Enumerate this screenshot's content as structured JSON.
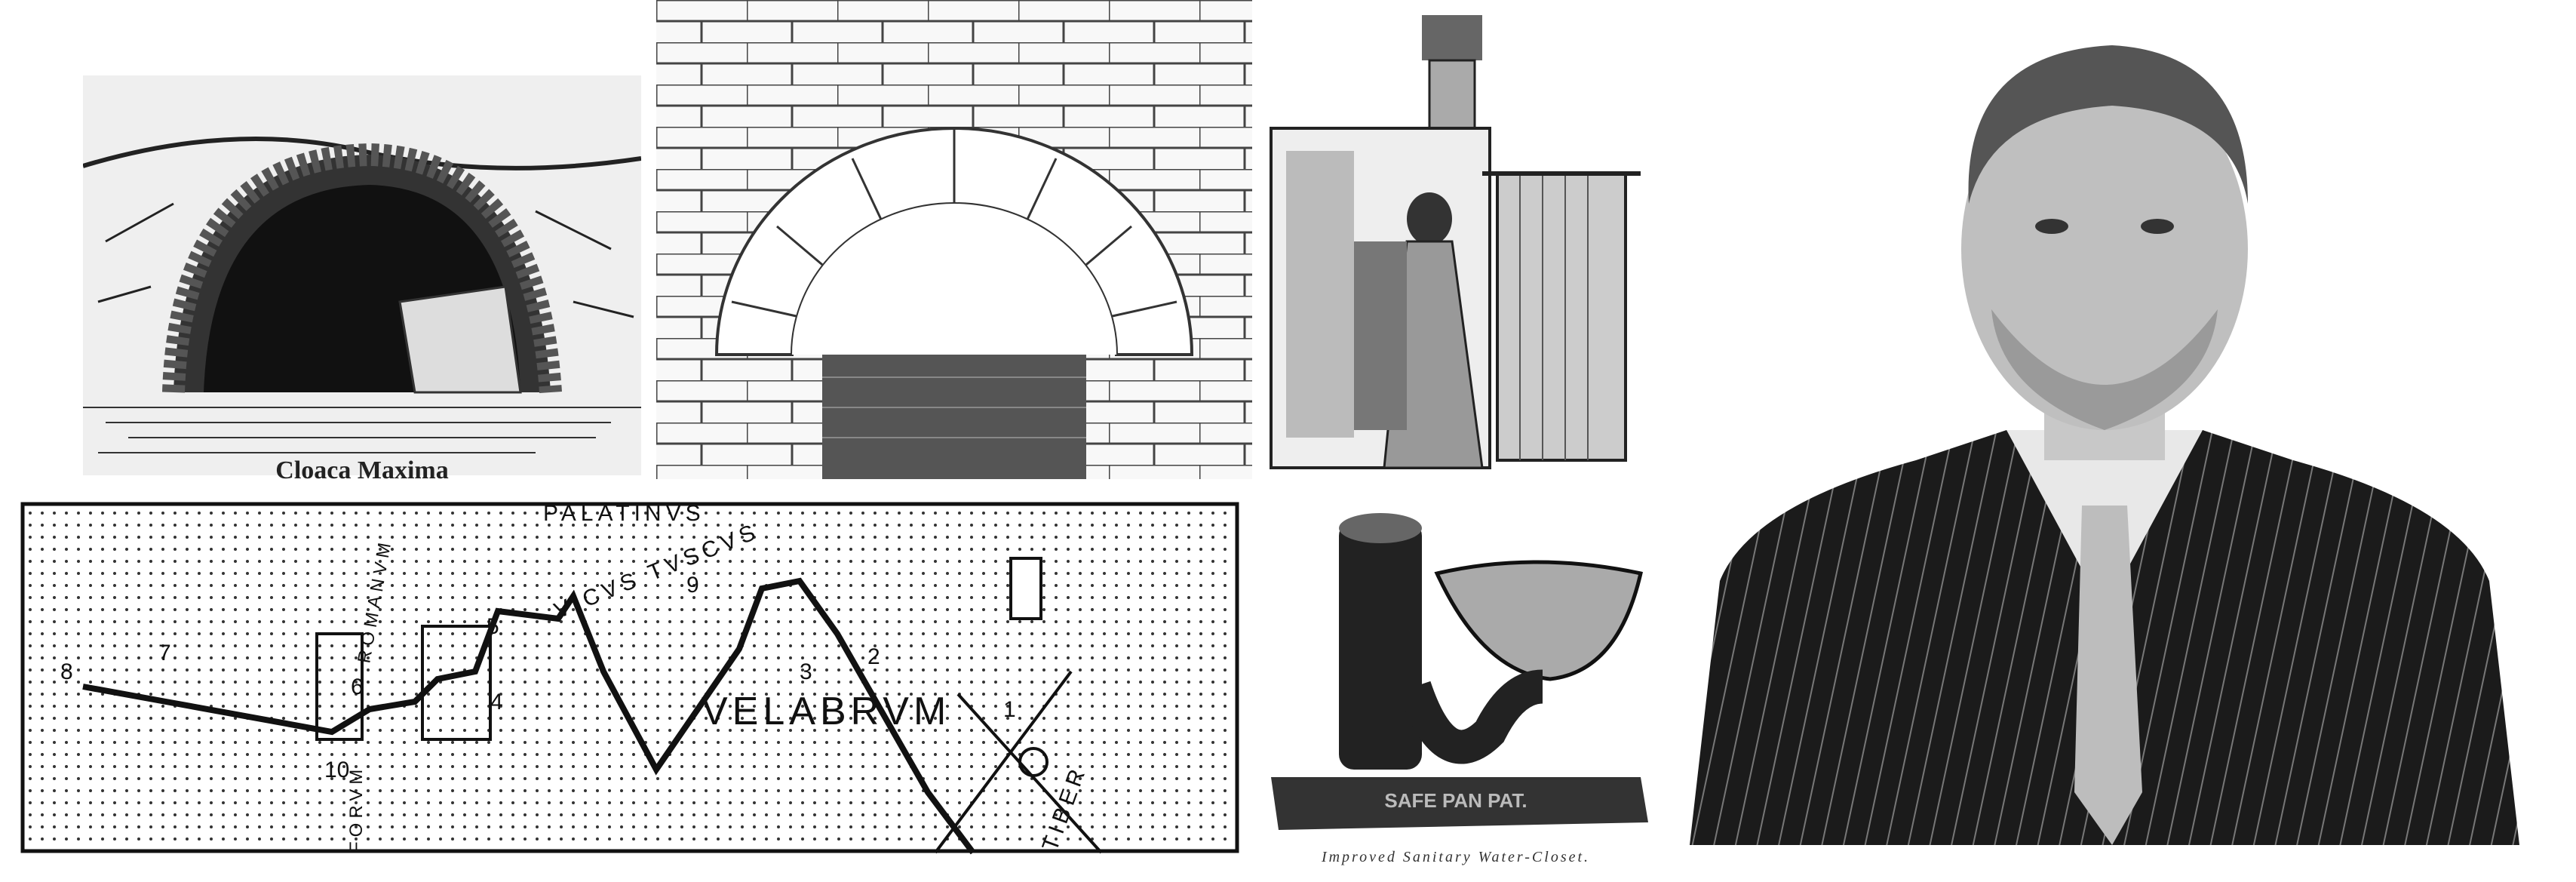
{
  "panels": {
    "cloaca": {
      "caption": "Cloaca Maxima"
    },
    "map": {
      "labels": {
        "palatinus": "PALATINVS",
        "vicus_tuscus": "VICVS TVSCVS",
        "velabrum": "VELABRVM",
        "forum": "FORVM",
        "romanum": "ROMANVM",
        "tiber": "TIBER"
      },
      "numbers": [
        "1",
        "2",
        "3",
        "4",
        "5",
        "6",
        "7",
        "8",
        "9",
        "10"
      ]
    },
    "toilet": {
      "caption": "Improved Sanitary Water-Closet.",
      "plate_text": "SAFE PAN PAT."
    }
  }
}
